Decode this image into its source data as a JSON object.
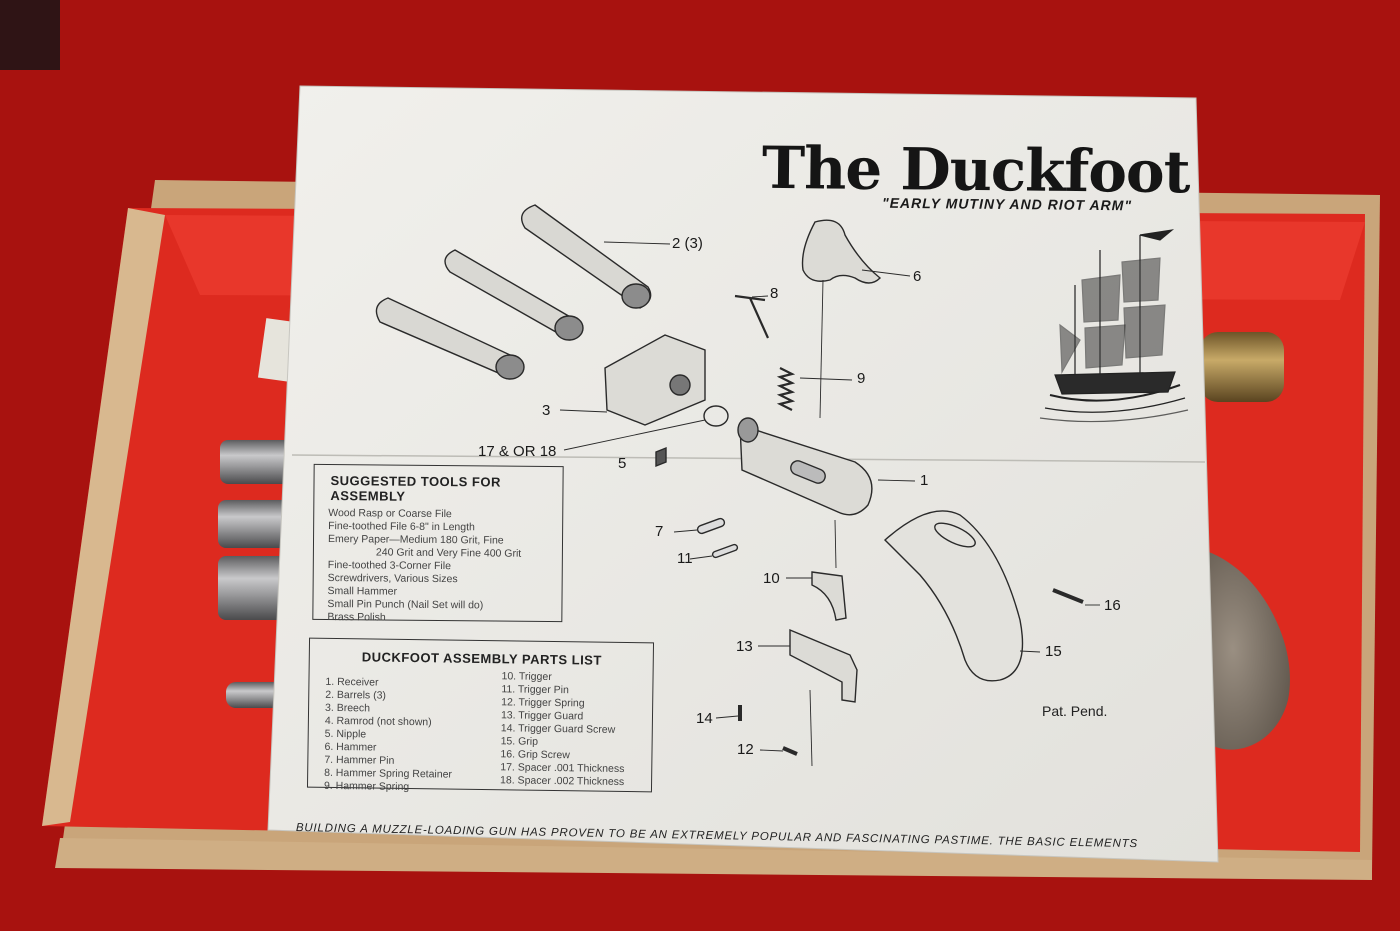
{
  "title": "The Duckfoot",
  "subtitle": "\"EARLY MUTINY AND RIOT ARM\"",
  "tools": {
    "heading": "SUGGESTED TOOLS FOR ASSEMBLY",
    "items": [
      "Wood Rasp or Coarse File",
      "Fine-toothed File 6-8\" in Length",
      "Emery Paper—Medium 180 Grit, Fine",
      "240 Grit and Very Fine 400 Grit",
      "Fine-toothed 3-Corner File",
      "Screwdrivers, Various Sizes",
      "Small Hammer",
      "Small Pin Punch (Nail Set will do)",
      "Brass Polish"
    ]
  },
  "parts": {
    "heading": "DUCKFOOT ASSEMBLY PARTS LIST",
    "left": [
      "1. Receiver",
      "2. Barrels (3)",
      "3. Breech",
      "4. Ramrod (not shown)",
      "5. Nipple",
      "6. Hammer",
      "7. Hammer Pin",
      "8. Hammer Spring Retainer",
      "9. Hammer Spring"
    ],
    "right": [
      "10. Trigger",
      "11. Trigger Pin",
      "12. Trigger Spring",
      "13. Trigger Guard",
      "14. Trigger Guard Screw",
      "15. Grip",
      "16. Grip Screw",
      "17. Spacer .001 Thickness",
      "18. Spacer .002 Thickness"
    ]
  },
  "callouts": {
    "c1": "1",
    "c2": "2 (3)",
    "c3": "3",
    "c5": "5",
    "c6": "6",
    "c7": "7",
    "c8": "8",
    "c9": "9",
    "c10": "10",
    "c11": "11",
    "c12": "12",
    "c13": "13",
    "c14": "14",
    "c15": "15",
    "c16": "16",
    "c17": "17 & OR 18"
  },
  "patent": "Pat. Pend.",
  "footer": "BUILDING A MUZZLE-LOADING GUN HAS PROVEN TO BE AN EXTREMELY POPULAR AND FASCINATING PASTIME. THE BASIC ELEMENTS",
  "colors": {
    "felt": "#b01212",
    "box_red": "#e0291f",
    "cardboard": "#d7b48a",
    "paper": "#ecebe6",
    "ink": "#1e1e1e",
    "steel": "#8d8d8f",
    "brass": "#a88a4c",
    "wood": "#7f7468"
  }
}
